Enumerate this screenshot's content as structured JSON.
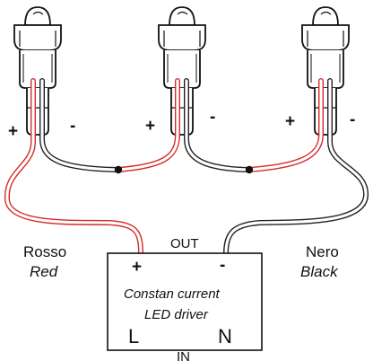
{
  "wire_labels": {
    "red_it": "Rosso",
    "red_en": "Red",
    "black_it": "Nero",
    "black_en": "Black"
  },
  "led_polarity": [
    {
      "plus": "+",
      "minus": "-"
    },
    {
      "plus": "+",
      "minus": "-"
    },
    {
      "plus": "+",
      "minus": "-"
    }
  ],
  "driver": {
    "out_label": "OUT",
    "in_label": "IN",
    "plus": "+",
    "minus": "-",
    "line1": "Constan current",
    "line2": "LED driver",
    "terminal_l": "L",
    "terminal_n": "N"
  },
  "colors": {
    "red_wire": "#d42a2a",
    "black_wire": "#222222"
  }
}
